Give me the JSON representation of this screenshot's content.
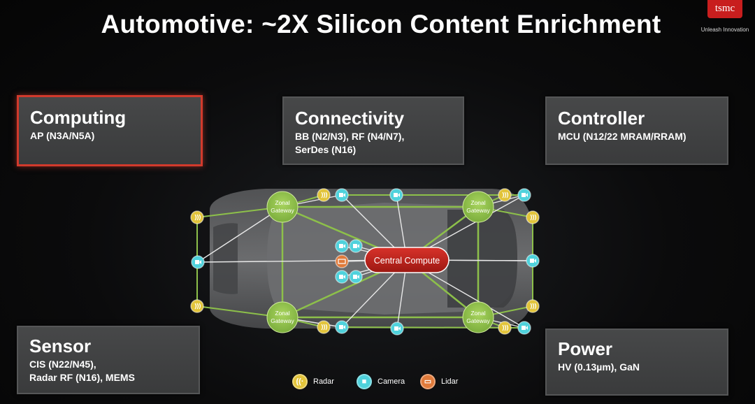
{
  "title": "Automotive: ~2X Silicon Content Enrichment",
  "logo": {
    "mark": "tsmc",
    "tagline": "Unleash Innovation"
  },
  "cards": {
    "computing": {
      "heading": "Computing",
      "detail": "AP (N3A/N5A)"
    },
    "connectivity": {
      "heading": "Connectivity",
      "detail_1": "BB (N2/N3), RF (N4/N7),",
      "detail_2": "SerDes (N16)"
    },
    "controller": {
      "heading": "Controller",
      "detail": "MCU (N12/22 MRAM/RRAM)"
    },
    "sensor": {
      "heading": "Sensor",
      "detail_1": "CIS (N22/N45),",
      "detail_2": "Radar RF (N16), MEMS"
    },
    "power": {
      "heading": "Power",
      "detail": "HV (0.13µm), GaN"
    }
  },
  "diagram": {
    "central_label": "Central Compute",
    "zonal_label_1": "Zonal",
    "zonal_label_2": "Gateway"
  },
  "legend": {
    "radar": "Radar",
    "camera": "Camera",
    "lidar": "Lidar"
  },
  "colors": {
    "radar": "#e2c43a",
    "camera": "#4fd2dc",
    "lidar": "#e07a3a",
    "zonal": "#8dc04a",
    "central": "#c0221a",
    "highlight_border": "#d23a2c",
    "brand": "#c81e1e"
  },
  "icons": {
    "radar": "radar-icon",
    "camera": "camera-icon",
    "lidar": "lidar-icon"
  }
}
